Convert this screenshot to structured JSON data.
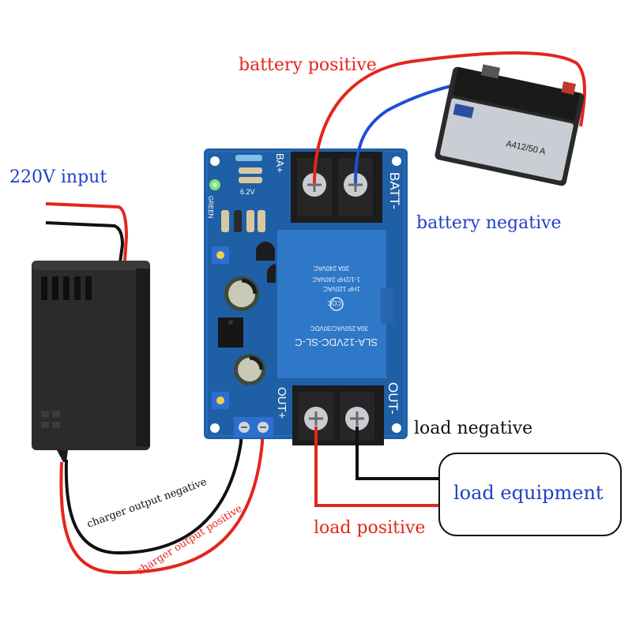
{
  "labels": {
    "input_220v": "220V input",
    "battery_positive": "battery positive",
    "battery_negative": "battery negative",
    "load_negative": "load negative",
    "load_positive": "load positive",
    "load_equipment": "load equipment",
    "charger_output_negative": "charger output negative",
    "charger_output_positive": "charger output positive"
  },
  "board": {
    "terminal_batt_plus": "BA+",
    "terminal_batt_minus": "BATT-",
    "terminal_out_plus": "OUT+",
    "terminal_out_minus": "OUT-",
    "led_label": "GREEN",
    "zener_label": "6.2V",
    "relay_model": "SLA-12VDC-SL-C",
    "relay_rating_1": "30A 250VAC/30VDC",
    "relay_rating_2": "1HP 120VAC",
    "relay_rating_3": "1-1/2HP 240VAC",
    "relay_rating_4": "30A 240VAC",
    "relay_cert": "CQC"
  },
  "battery": {
    "model": "A412/50 A"
  },
  "colors": {
    "wire_positive": "#e3261e",
    "wire_negative": "#111111",
    "wire_battery_negative": "#1f4fd0",
    "pcb": "#1f5fa6",
    "relay": "#2f78c8",
    "terminal": "#1c1c1c",
    "adapter": "#2a2a2a"
  }
}
